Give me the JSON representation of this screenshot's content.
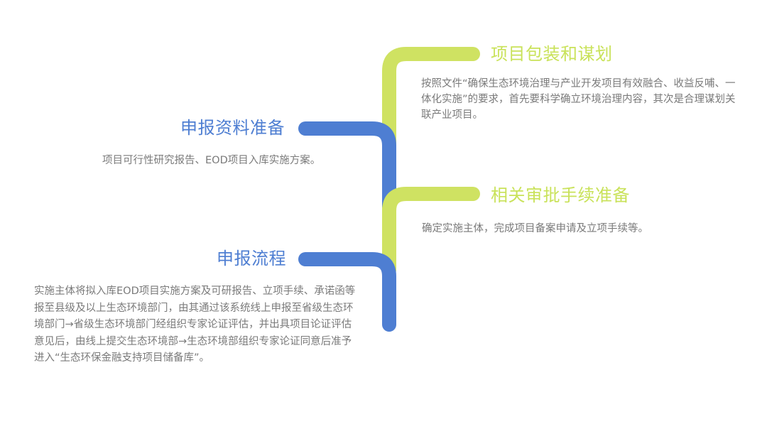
{
  "colors": {
    "blue": "#4e7ed2",
    "green": "#cfe262",
    "text_gray": "#7a7a7a",
    "background": "#ffffff"
  },
  "branches": [
    {
      "id": "project-packaging",
      "side": "right",
      "color": "green",
      "title": "项目包装和谋划",
      "description": "按照文件“确保生态环境治理与产业开发项目有效融合、收益反哺、一体化实施”的要求，首先要科学确立环境治理内容，其次是合理谋划关联产业项目。"
    },
    {
      "id": "application-materials",
      "side": "left",
      "color": "blue",
      "title": "申报资料准备",
      "description": "项目可行性研究报告、EOD项目入库实施方案。"
    },
    {
      "id": "approval-procedures",
      "side": "right",
      "color": "green",
      "title": "相关审批手续准备",
      "description": "确定实施主体，完成项目备案申请及立项手续等。"
    },
    {
      "id": "application-process",
      "side": "left",
      "color": "blue",
      "title": "申报流程",
      "description": "实施主体将拟入库EOD项目实施方案及可研报告、立项手续、承诺函等报至县级及以上生态环境部门，由其通过该系统线上申报至省级生态环境部门→省级生态环境部门经组织专家论证评估，并出具项目论证评估意见后，由线上提交生态环境部→生态环境部组织专家论证同意后准予进入“生态环保金融支持项目储备库”。"
    }
  ]
}
